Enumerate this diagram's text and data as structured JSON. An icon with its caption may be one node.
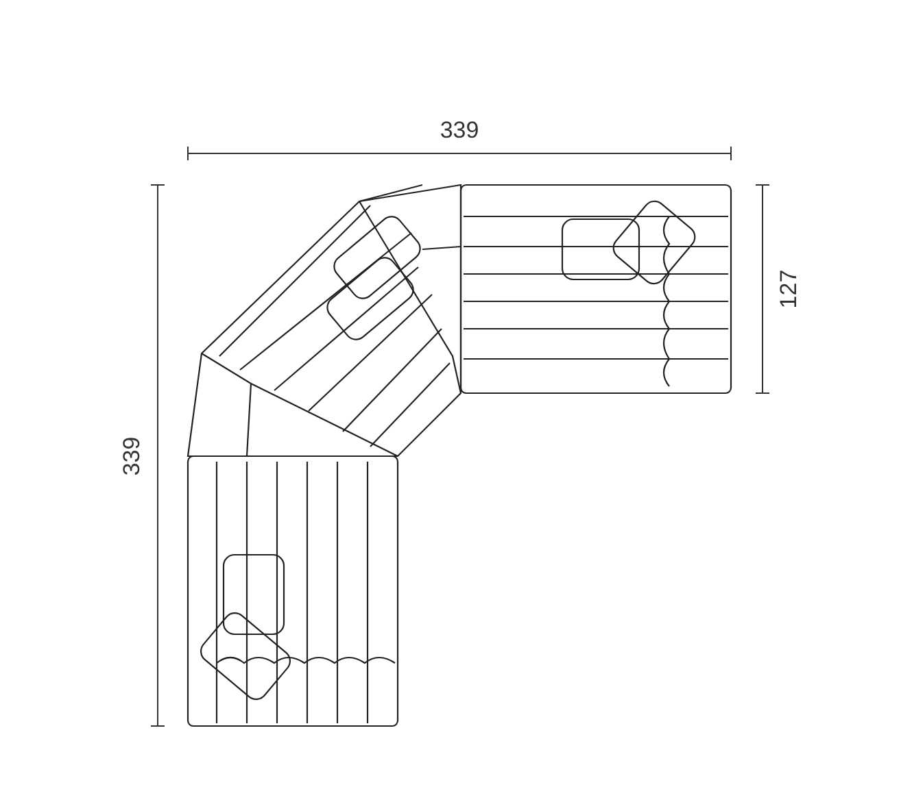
{
  "diagram": {
    "labels": [
      "339",
      "127",
      "339"
    ]
  }
}
